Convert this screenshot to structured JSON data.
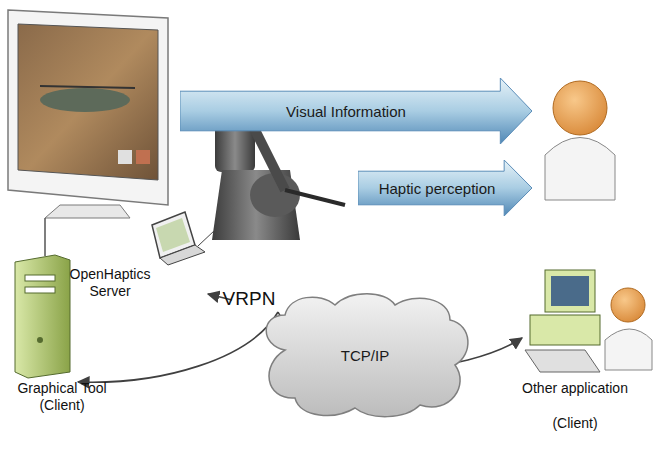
{
  "diagram": {
    "nodes": [
      {
        "text": [
          "Visual Information"
        ]
      },
      {
        "text": [
          "Haptic perception"
        ]
      },
      {
        "text": [
          "TCP/IP"
        ]
      }
    ],
    "labels": [
      "OpenHaptics Server",
      "VRPN",
      "Graphical Tool (Client)",
      "Other application",
      "(Client)"
    ]
  }
}
